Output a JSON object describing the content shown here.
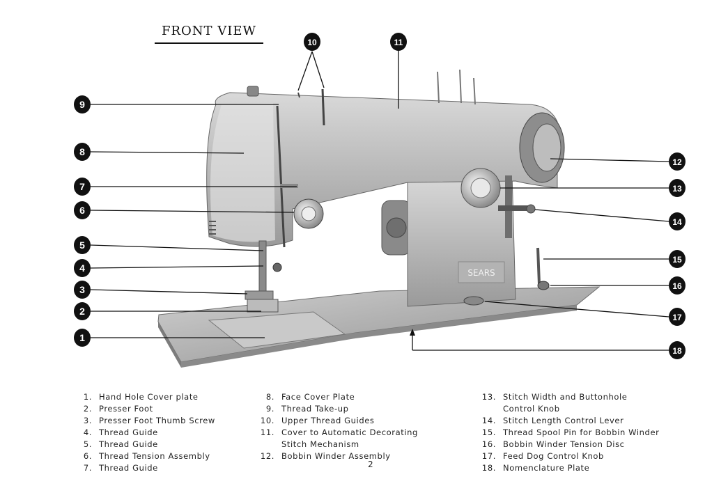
{
  "title": "FRONT VIEW",
  "page_number": "2",
  "callouts": [
    "1",
    "2",
    "3",
    "4",
    "5",
    "6",
    "7",
    "8",
    "9",
    "10",
    "11",
    "12",
    "13",
    "14",
    "15",
    "16",
    "17",
    "18"
  ],
  "machine_badge": "SEARS",
  "legend": {
    "col1": [
      {
        "num": "1.",
        "lines": [
          "Hand Hole Cover plate"
        ]
      },
      {
        "num": "2.",
        "lines": [
          "Presser Foot"
        ]
      },
      {
        "num": "3.",
        "lines": [
          "Presser Foot Thumb Screw"
        ]
      },
      {
        "num": "4.",
        "lines": [
          "Thread Guide"
        ]
      },
      {
        "num": "5.",
        "lines": [
          "Thread Guide"
        ]
      },
      {
        "num": "6.",
        "lines": [
          "Thread Tension Assembly"
        ]
      },
      {
        "num": "7.",
        "lines": [
          "Thread Guide"
        ]
      }
    ],
    "col2": [
      {
        "num": "8.",
        "lines": [
          "Face Cover Plate"
        ]
      },
      {
        "num": "9.",
        "lines": [
          "Thread Take-up"
        ]
      },
      {
        "num": "10.",
        "lines": [
          "Upper Thread Guides"
        ]
      },
      {
        "num": "11.",
        "lines": [
          "Cover to Automatic Decorating",
          "Stitch Mechanism"
        ]
      },
      {
        "num": "12.",
        "lines": [
          "Bobbin Winder Assembly"
        ]
      }
    ],
    "col3": [
      {
        "num": "13.",
        "lines": [
          "Stitch Width and Buttonhole",
          "Control Knob"
        ]
      },
      {
        "num": "14.",
        "lines": [
          "Stitch Length Control Lever"
        ]
      },
      {
        "num": "15.",
        "lines": [
          "Thread Spool Pin for Bobbin Winder"
        ]
      },
      {
        "num": "16.",
        "lines": [
          "Bobbin Winder Tension Disc"
        ]
      },
      {
        "num": "17.",
        "lines": [
          "Feed Dog Control Knob"
        ]
      },
      {
        "num": "18.",
        "lines": [
          "Nomenclature Plate"
        ]
      }
    ]
  }
}
